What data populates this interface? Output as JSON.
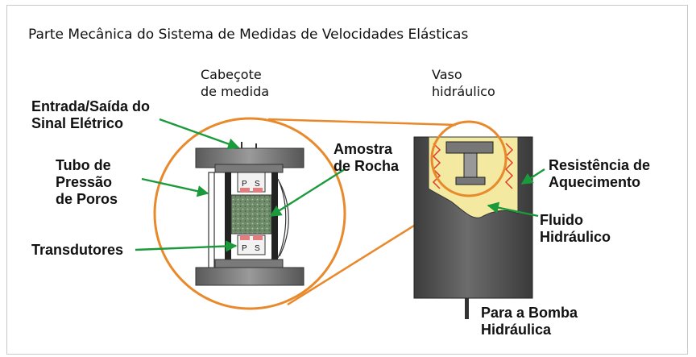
{
  "title": "Parte Mecânica do Sistema de Medidas de Velocidades Elásticas",
  "headers": {
    "cabecote": "Cabeçote\nde medida",
    "vaso": "Vaso\nhidráulico"
  },
  "labels": {
    "entrada": "Entrada/Saída do\nSinal Elétrico",
    "tubo": "Tubo de\nPressão\nde Poros",
    "transdutores": "Transdutores",
    "amostra": "Amostra\nde Rocha",
    "resistencia": "Resistência de\nAquecimento",
    "fluido": "Fluido\nHidráulico",
    "bomba": "Para a Bomba\nHidráulica"
  },
  "transducer_letters": {
    "p": "P",
    "s": "S"
  },
  "colors": {
    "arrow": "#1a9a3a",
    "circle": "#e8892c",
    "vessel_dark": "#4a4a4a",
    "fluid": "#f3e9a0",
    "heater": "#e23b2b",
    "sample": "#6f8c6a"
  }
}
